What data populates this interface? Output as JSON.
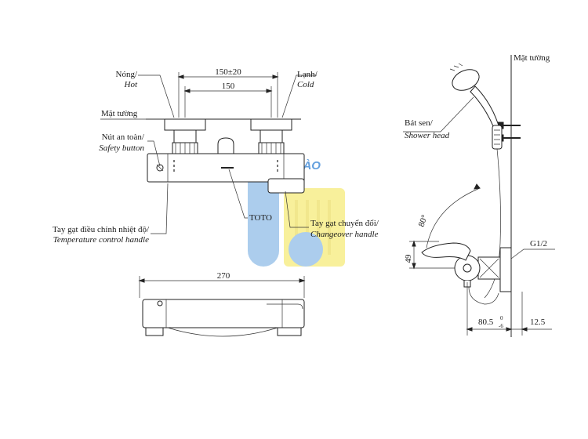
{
  "labels": {
    "hot_vi": "Nóng/",
    "hot_en": "Hot",
    "cold_vi": "Lạnh/",
    "cold_en": "Cold",
    "wall_left": "Mặt tường",
    "safety_vi": "Nút an toàn/",
    "safety_en": "Safety button",
    "temp_vi": "Tay gạt điều chỉnh nhiệt độ/",
    "temp_en": "Temperature control handle",
    "toto": "TOTO",
    "changeover_vi": "Tay gạt chuyển đổi/",
    "changeover_en": "Changeover handle",
    "wall_right": "Mặt tường",
    "shower_vi": "Bát sen/",
    "shower_en": "Shower head",
    "thread": "G1/2",
    "watermark": "LA HÀO"
  },
  "dimensions": {
    "centers_range": "150±20",
    "centers": "150",
    "length": "270",
    "angle": "80°",
    "height": "49",
    "depth_main": "80.5",
    "depth_tol_upper": "0",
    "depth_tol_lower": "-6",
    "wall_gap": "12.5"
  },
  "colors": {
    "watermark_blue": "#9ec5ea",
    "watermark_yellow": "#f7ee8a",
    "watermark_text": "#4a90d9"
  }
}
